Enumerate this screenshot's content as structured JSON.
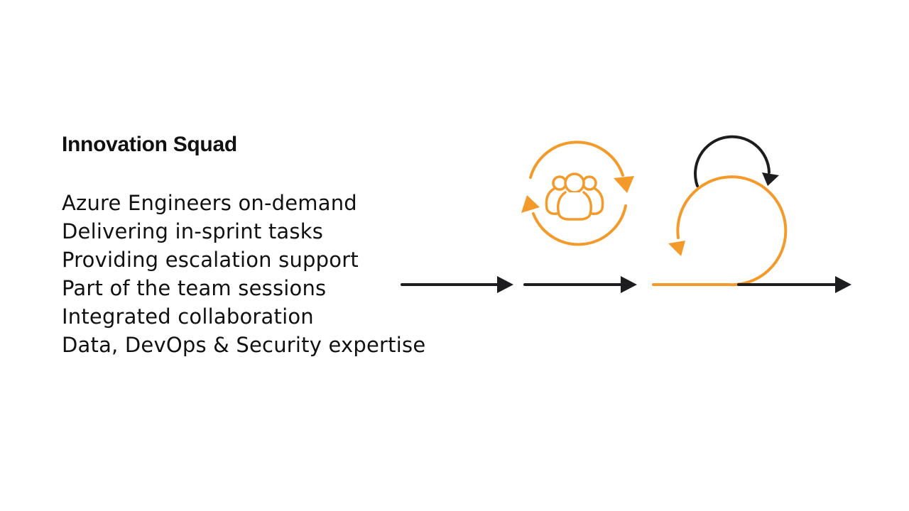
{
  "title": "Innovation Squad",
  "items": [
    "Azure Engineers on-demand",
    "Delivering in-sprint tasks",
    "Providing escalation support",
    "Part of the team sessions",
    "Integrated collaboration",
    "Data, DevOps & Security expertise"
  ],
  "colors": {
    "accent": "#f39a2b",
    "dark": "#1d1d1f"
  },
  "icons": [
    "arrow-right-icon",
    "team-cycle-icon",
    "loop-arrow-icon"
  ]
}
